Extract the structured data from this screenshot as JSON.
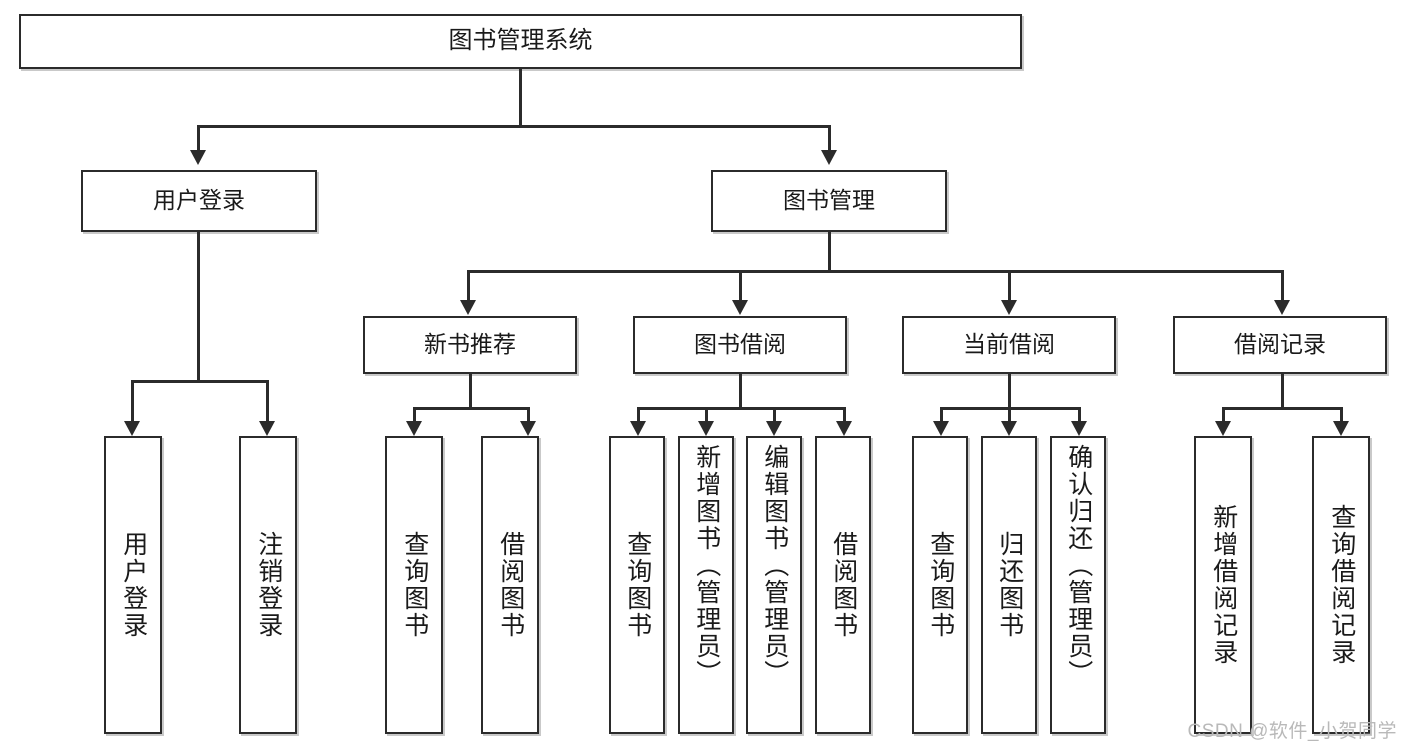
{
  "diagram": {
    "type": "tree-hierarchy",
    "title": "图书管理系统",
    "watermark": "CSDN @软件_小贺同学",
    "colors": {
      "stroke": "#2b2b2b",
      "fill": "#ffffff",
      "shadow": "#c9c9c9",
      "watermark": "#b9b9b9"
    },
    "levels": {
      "root": {
        "label": "图书管理系统"
      },
      "level2": [
        {
          "label": "用户登录"
        },
        {
          "label": "图书管理"
        }
      ],
      "level3": [
        {
          "label": "新书推荐"
        },
        {
          "label": "图书借阅"
        },
        {
          "label": "当前借阅"
        },
        {
          "label": "借阅记录"
        }
      ],
      "leaves": {
        "user_login": [
          {
            "label": "用户登录"
          },
          {
            "label": "注销登录"
          }
        ],
        "new_book": [
          {
            "label": "查询图书"
          },
          {
            "label": "借阅图书"
          }
        ],
        "book_borrow": [
          {
            "label": "查询图书"
          },
          {
            "label": "新增图书（管理员）"
          },
          {
            "label": "编辑图书（管理员）"
          },
          {
            "label": "借阅图书"
          }
        ],
        "current_borrow": [
          {
            "label": "查询图书"
          },
          {
            "label": "归还图书"
          },
          {
            "label": "确认归还（管理员）"
          }
        ],
        "borrow_record": [
          {
            "label": "新增借阅记录"
          },
          {
            "label": "查询借阅记录"
          }
        ]
      }
    }
  }
}
